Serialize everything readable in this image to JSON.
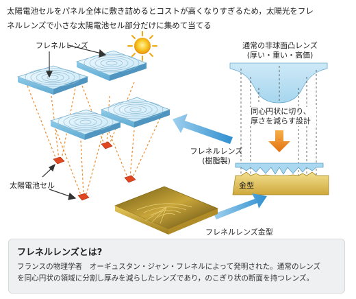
{
  "header": {
    "line1": "太陽電池セルをパネル全体に敷き詰めるとコストが高くなりすぎるため，太陽光をフレ",
    "line2": "ネルレンズで小さな太陽電池セル部分だけに集めて当てる"
  },
  "labels": {
    "fresnel_lens": "フレネルレンズ",
    "solar_cell": "太陽電池セル",
    "convex_lens_title": "通常の非球面凸レンズ",
    "convex_lens_sub": "(厚い・重い・高価)",
    "concentric_line1": "同心円状に切り、",
    "concentric_line2": "厚さを減らす設計",
    "resin_fresnel_line1": "フレネルレンズ",
    "resin_fresnel_line2": "(樹脂製)",
    "mold": "金型",
    "fresnel_mold": "フレネルレンズ金型"
  },
  "info": {
    "title": "フレネルレンズとは?",
    "line1": "フランスの物理学者　オーギュスタン・ジャン・フレネルによって発明された。通常のレンズ",
    "line2": "を同心円状の領域に分割し厚みを減らしたレンズであり，のこぎり状の断面を持つレンズ。"
  },
  "colors": {
    "lens_blue": "#b9dff2",
    "arrow_blue": "#4aa3d8",
    "cell_red": "#e0461f",
    "mold_gold": "#c9a63a",
    "down_arrow_orange": "#f08a1c",
    "sun_yellow": "#f7c21b"
  },
  "icons": [
    "sun-icon",
    "down-arrow-icon",
    "right-arrow-icon",
    "up-arrow-icon"
  ]
}
